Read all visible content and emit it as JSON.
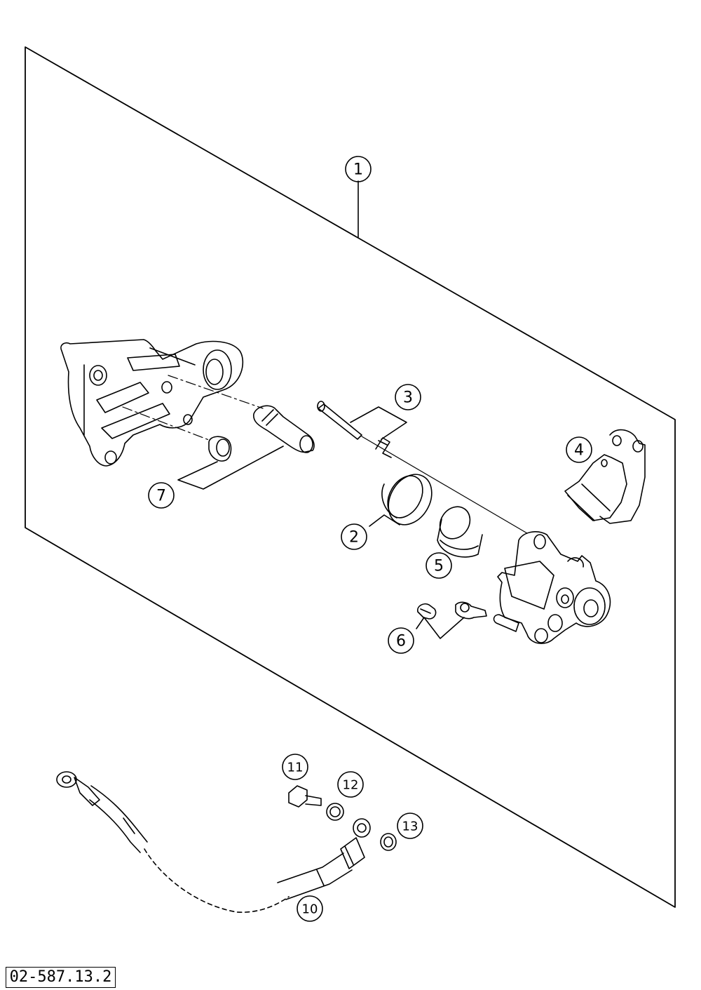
{
  "drawing_code": "02-587.13.2",
  "callouts": {
    "c1": "1",
    "c2": "2",
    "c3": "3",
    "c4": "4",
    "c5": "5",
    "c6": "6",
    "c7": "7",
    "c10": "10",
    "c11": "11",
    "c12": "12",
    "c13": "13"
  }
}
